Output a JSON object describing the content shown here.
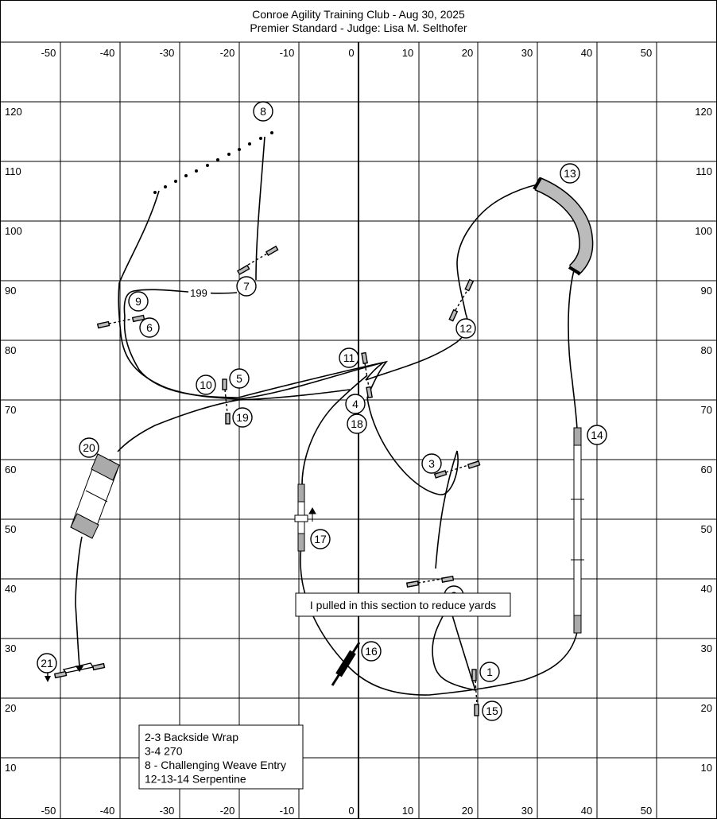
{
  "header": {
    "line1": "Conroe Agility Training Club - Aug 30, 2025",
    "line2": "Premier Standard - Judge: Lisa M. Selthofer"
  },
  "axes": {
    "x_labels": [
      "-50",
      "-40",
      "-30",
      "-20",
      "-10",
      "0",
      "10",
      "20",
      "30",
      "40",
      "50"
    ],
    "y_labels": [
      "120",
      "110",
      "100",
      "90",
      "80",
      "70",
      "60",
      "50",
      "40",
      "30",
      "20",
      "10"
    ]
  },
  "obstacles": [
    {
      "id": "1",
      "label": "1"
    },
    {
      "id": "2",
      "label": "2"
    },
    {
      "id": "3",
      "label": "3"
    },
    {
      "id": "4",
      "label": "4"
    },
    {
      "id": "5",
      "label": "5"
    },
    {
      "id": "6",
      "label": "6"
    },
    {
      "id": "7",
      "label": "7"
    },
    {
      "id": "8",
      "label": "8"
    },
    {
      "id": "9",
      "label": "9"
    },
    {
      "id": "10",
      "label": "10"
    },
    {
      "id": "11",
      "label": "11"
    },
    {
      "id": "12",
      "label": "12"
    },
    {
      "id": "13",
      "label": "13"
    },
    {
      "id": "14",
      "label": "14"
    },
    {
      "id": "15",
      "label": "15"
    },
    {
      "id": "16",
      "label": "16"
    },
    {
      "id": "17",
      "label": "17"
    },
    {
      "id": "18",
      "label": "18"
    },
    {
      "id": "19",
      "label": "19"
    },
    {
      "id": "20",
      "label": "20"
    },
    {
      "id": "21",
      "label": "21"
    }
  ],
  "yardage": "199",
  "annotation": "I pulled in this section to reduce yards",
  "notes": [
    "2-3 Backside Wrap",
    "3-4 270",
    "8 - Challenging Weave Entry",
    "12-13-14 Serpentine"
  ]
}
